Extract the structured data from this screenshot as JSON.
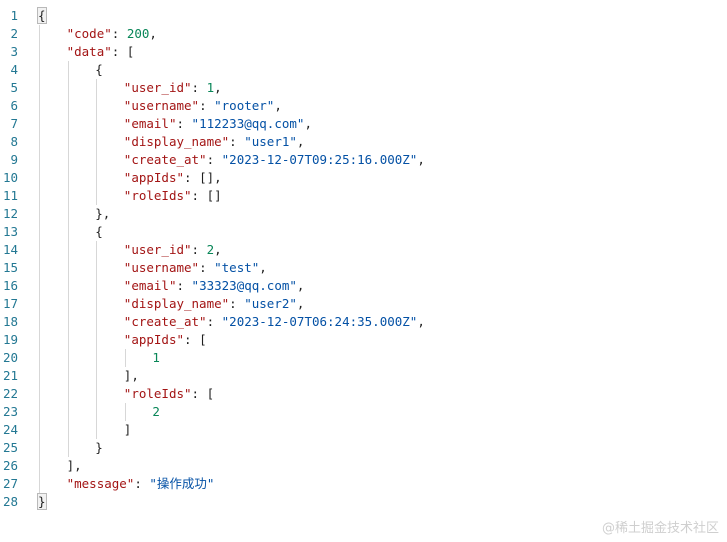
{
  "editor": {
    "lines": [
      [
        {
          "t": "{",
          "k": "punc",
          "m": true
        }
      ],
      [
        {
          "t": "\"code\"",
          "k": "key"
        },
        {
          "t": ": ",
          "k": "punc"
        },
        {
          "t": "200",
          "k": "num"
        },
        {
          "t": ",",
          "k": "punc"
        }
      ],
      [
        {
          "t": "\"data\"",
          "k": "key"
        },
        {
          "t": ": [",
          "k": "punc"
        }
      ],
      [
        {
          "t": "{",
          "k": "punc"
        }
      ],
      [
        {
          "t": "\"user_id\"",
          "k": "key"
        },
        {
          "t": ": ",
          "k": "punc"
        },
        {
          "t": "1",
          "k": "num"
        },
        {
          "t": ",",
          "k": "punc"
        }
      ],
      [
        {
          "t": "\"username\"",
          "k": "key"
        },
        {
          "t": ": ",
          "k": "punc"
        },
        {
          "t": "\"rooter\"",
          "k": "str"
        },
        {
          "t": ",",
          "k": "punc"
        }
      ],
      [
        {
          "t": "\"email\"",
          "k": "key"
        },
        {
          "t": ": ",
          "k": "punc"
        },
        {
          "t": "\"112233@qq.com\"",
          "k": "str"
        },
        {
          "t": ",",
          "k": "punc"
        }
      ],
      [
        {
          "t": "\"display_name\"",
          "k": "key"
        },
        {
          "t": ": ",
          "k": "punc"
        },
        {
          "t": "\"user1\"",
          "k": "str"
        },
        {
          "t": ",",
          "k": "punc"
        }
      ],
      [
        {
          "t": "\"create_at\"",
          "k": "key"
        },
        {
          "t": ": ",
          "k": "punc"
        },
        {
          "t": "\"2023-12-07T09:25:16.000Z\"",
          "k": "str"
        },
        {
          "t": ",",
          "k": "punc"
        }
      ],
      [
        {
          "t": "\"appIds\"",
          "k": "key"
        },
        {
          "t": ": [],",
          "k": "punc"
        }
      ],
      [
        {
          "t": "\"roleIds\"",
          "k": "key"
        },
        {
          "t": ": []",
          "k": "punc"
        }
      ],
      [
        {
          "t": "},",
          "k": "punc"
        }
      ],
      [
        {
          "t": "{",
          "k": "punc"
        }
      ],
      [
        {
          "t": "\"user_id\"",
          "k": "key"
        },
        {
          "t": ": ",
          "k": "punc"
        },
        {
          "t": "2",
          "k": "num"
        },
        {
          "t": ",",
          "k": "punc"
        }
      ],
      [
        {
          "t": "\"username\"",
          "k": "key"
        },
        {
          "t": ": ",
          "k": "punc"
        },
        {
          "t": "\"test\"",
          "k": "str"
        },
        {
          "t": ",",
          "k": "punc"
        }
      ],
      [
        {
          "t": "\"email\"",
          "k": "key"
        },
        {
          "t": ": ",
          "k": "punc"
        },
        {
          "t": "\"33323@qq.com\"",
          "k": "str"
        },
        {
          "t": ",",
          "k": "punc"
        }
      ],
      [
        {
          "t": "\"display_name\"",
          "k": "key"
        },
        {
          "t": ": ",
          "k": "punc"
        },
        {
          "t": "\"user2\"",
          "k": "str"
        },
        {
          "t": ",",
          "k": "punc"
        }
      ],
      [
        {
          "t": "\"create_at\"",
          "k": "key"
        },
        {
          "t": ": ",
          "k": "punc"
        },
        {
          "t": "\"2023-12-07T06:24:35.000Z\"",
          "k": "str"
        },
        {
          "t": ",",
          "k": "punc"
        }
      ],
      [
        {
          "t": "\"appIds\"",
          "k": "key"
        },
        {
          "t": ": [",
          "k": "punc"
        }
      ],
      [
        {
          "t": "1",
          "k": "num"
        }
      ],
      [
        {
          "t": "],",
          "k": "punc"
        }
      ],
      [
        {
          "t": "\"roleIds\"",
          "k": "key"
        },
        {
          "t": ": [",
          "k": "punc"
        }
      ],
      [
        {
          "t": "2",
          "k": "num"
        }
      ],
      [
        {
          "t": "]",
          "k": "punc"
        }
      ],
      [
        {
          "t": "}",
          "k": "punc"
        }
      ],
      [
        {
          "t": "],",
          "k": "punc"
        }
      ],
      [
        {
          "t": "\"message\"",
          "k": "key"
        },
        {
          "t": ": ",
          "k": "punc"
        },
        {
          "t": "\"操作成功\"",
          "k": "str"
        }
      ],
      [
        {
          "t": "}",
          "k": "punc",
          "m": true
        }
      ]
    ]
  },
  "watermark": "@稀土掘金技术社区",
  "colors": {
    "line_number": "#237893",
    "key": "#a31515",
    "string": "#0451a5",
    "number": "#098658",
    "punctuation": "#1f1f1f",
    "indent_guide": "#d7d7d7"
  }
}
